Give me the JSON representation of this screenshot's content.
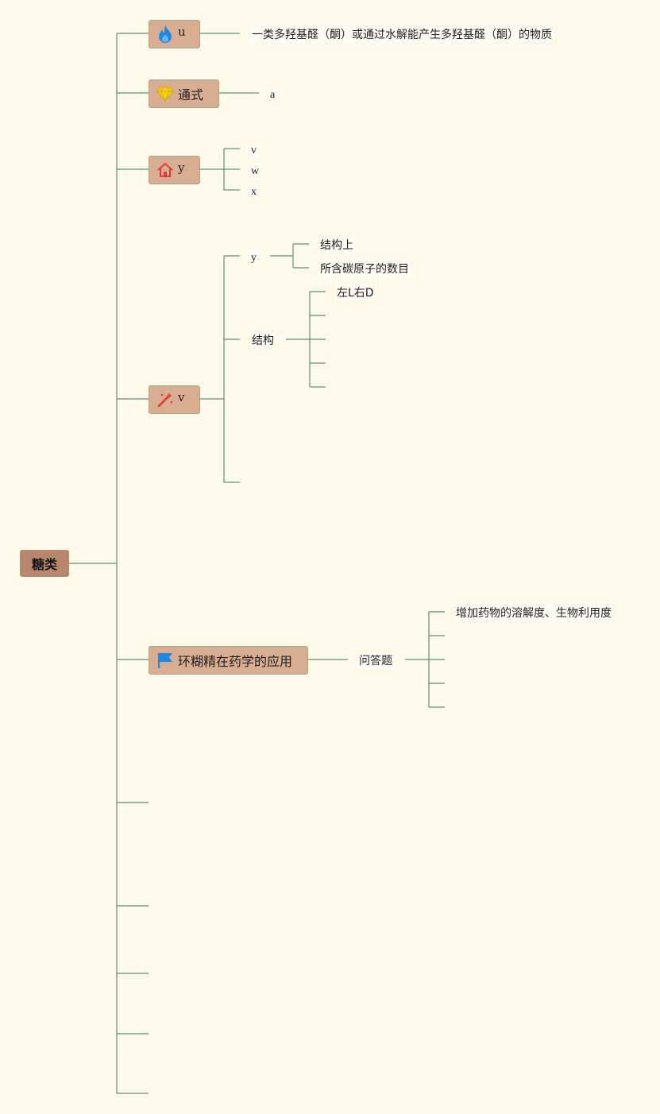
{
  "root": {
    "label": "糖类"
  },
  "branches": [
    {
      "icon": "fire-icon",
      "label": "u",
      "children": [
        "一类多羟基醛（酮）或通过水解能产生多羟基醛（酮）的物质"
      ]
    },
    {
      "icon": "gem-icon",
      "label": "通式",
      "children": [
        "a"
      ]
    },
    {
      "icon": "house-icon",
      "label": "y",
      "children": [
        "v",
        "w",
        "x"
      ]
    },
    {
      "icon": "magic-wand-icon",
      "label": "v",
      "children": [
        {
          "label": "y",
          "children": [
            "结构上",
            "所含碳原子的数目"
          ]
        },
        {
          "label": "结构",
          "children": [
            "左L右D"
          ]
        }
      ]
    },
    {
      "icon": "flag-icon",
      "label": "环糊精在药学的应用",
      "children": [
        {
          "label": "问答题",
          "children": [
            "增加药物的溶解度、生物利用度"
          ]
        }
      ]
    }
  ],
  "colors": {
    "line": "#5d9077",
    "node": "#d9ad92",
    "root": "#b8856e",
    "background": "#fffaea"
  }
}
